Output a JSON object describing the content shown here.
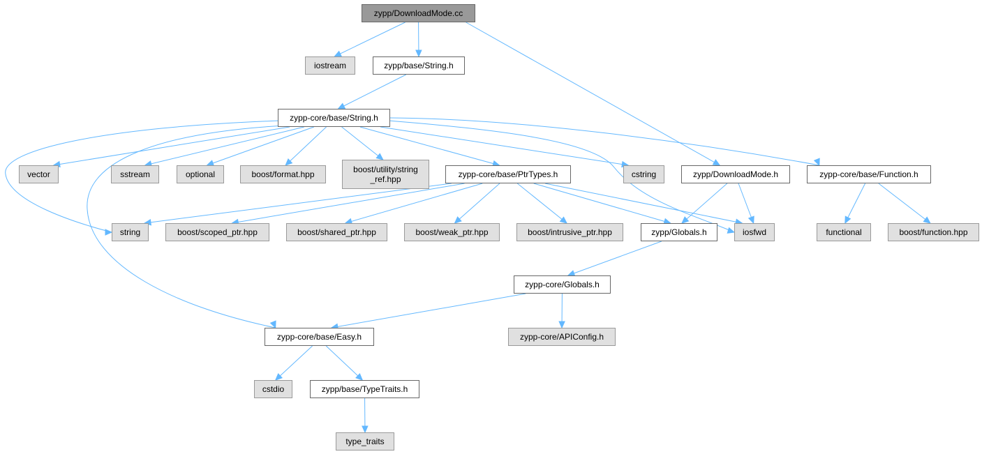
{
  "diagram": {
    "root": "zypp/DownloadMode.cc",
    "nodes": {
      "n_root": "zypp/DownloadMode.cc",
      "n_iostream": "iostream",
      "n_zstring": "zypp/base/String.h",
      "n_zcstring": "zypp-core/base/String.h",
      "n_vector": "vector",
      "n_sstream": "sstream",
      "n_optional": "optional",
      "n_bformat": "boost/format.hpp",
      "n_bstrref": "boost/utility/string\n_ref.hpp",
      "n_ptrtypes": "zypp-core/base/PtrTypes.h",
      "n_cstring": "cstring",
      "n_dlmode": "zypp/DownloadMode.h",
      "n_function": "zypp-core/base/Function.h",
      "n_string": "string",
      "n_bscoped": "boost/scoped_ptr.hpp",
      "n_bshared": "boost/shared_ptr.hpp",
      "n_bweak": "boost/weak_ptr.hpp",
      "n_bintrusive": "boost/intrusive_ptr.hpp",
      "n_zglobals": "zypp/Globals.h",
      "n_iosfwd": "iosfwd",
      "n_functional": "functional",
      "n_bfunction": "boost/function.hpp",
      "n_zcglobals": "zypp-core/Globals.h",
      "n_easy": "zypp-core/base/Easy.h",
      "n_apiconfig": "zypp-core/APIConfig.h",
      "n_cstdio": "cstdio",
      "n_typetraits": "zypp/base/TypeTraits.h",
      "n_type_traits": "type_traits"
    },
    "edges": [
      [
        "n_root",
        "n_iostream"
      ],
      [
        "n_root",
        "n_zstring"
      ],
      [
        "n_root",
        "n_dlmode"
      ],
      [
        "n_zstring",
        "n_zcstring"
      ],
      [
        "n_zcstring",
        "n_vector"
      ],
      [
        "n_zcstring",
        "n_sstream"
      ],
      [
        "n_zcstring",
        "n_optional"
      ],
      [
        "n_zcstring",
        "n_bformat"
      ],
      [
        "n_zcstring",
        "n_bstrref"
      ],
      [
        "n_zcstring",
        "n_ptrtypes"
      ],
      [
        "n_zcstring",
        "n_cstring"
      ],
      [
        "n_zcstring",
        "n_function"
      ],
      [
        "n_zcstring",
        "n_string"
      ],
      [
        "n_zcstring",
        "n_iosfwd"
      ],
      [
        "n_zcstring",
        "n_easy"
      ],
      [
        "n_ptrtypes",
        "n_string"
      ],
      [
        "n_ptrtypes",
        "n_bscoped"
      ],
      [
        "n_ptrtypes",
        "n_bshared"
      ],
      [
        "n_ptrtypes",
        "n_bweak"
      ],
      [
        "n_ptrtypes",
        "n_bintrusive"
      ],
      [
        "n_ptrtypes",
        "n_zglobals"
      ],
      [
        "n_ptrtypes",
        "n_iosfwd"
      ],
      [
        "n_dlmode",
        "n_zglobals"
      ],
      [
        "n_dlmode",
        "n_iosfwd"
      ],
      [
        "n_function",
        "n_functional"
      ],
      [
        "n_function",
        "n_bfunction"
      ],
      [
        "n_zglobals",
        "n_zcglobals"
      ],
      [
        "n_zcglobals",
        "n_easy"
      ],
      [
        "n_zcglobals",
        "n_apiconfig"
      ],
      [
        "n_easy",
        "n_cstdio"
      ],
      [
        "n_easy",
        "n_typetraits"
      ],
      [
        "n_typetraits",
        "n_type_traits"
      ]
    ]
  }
}
